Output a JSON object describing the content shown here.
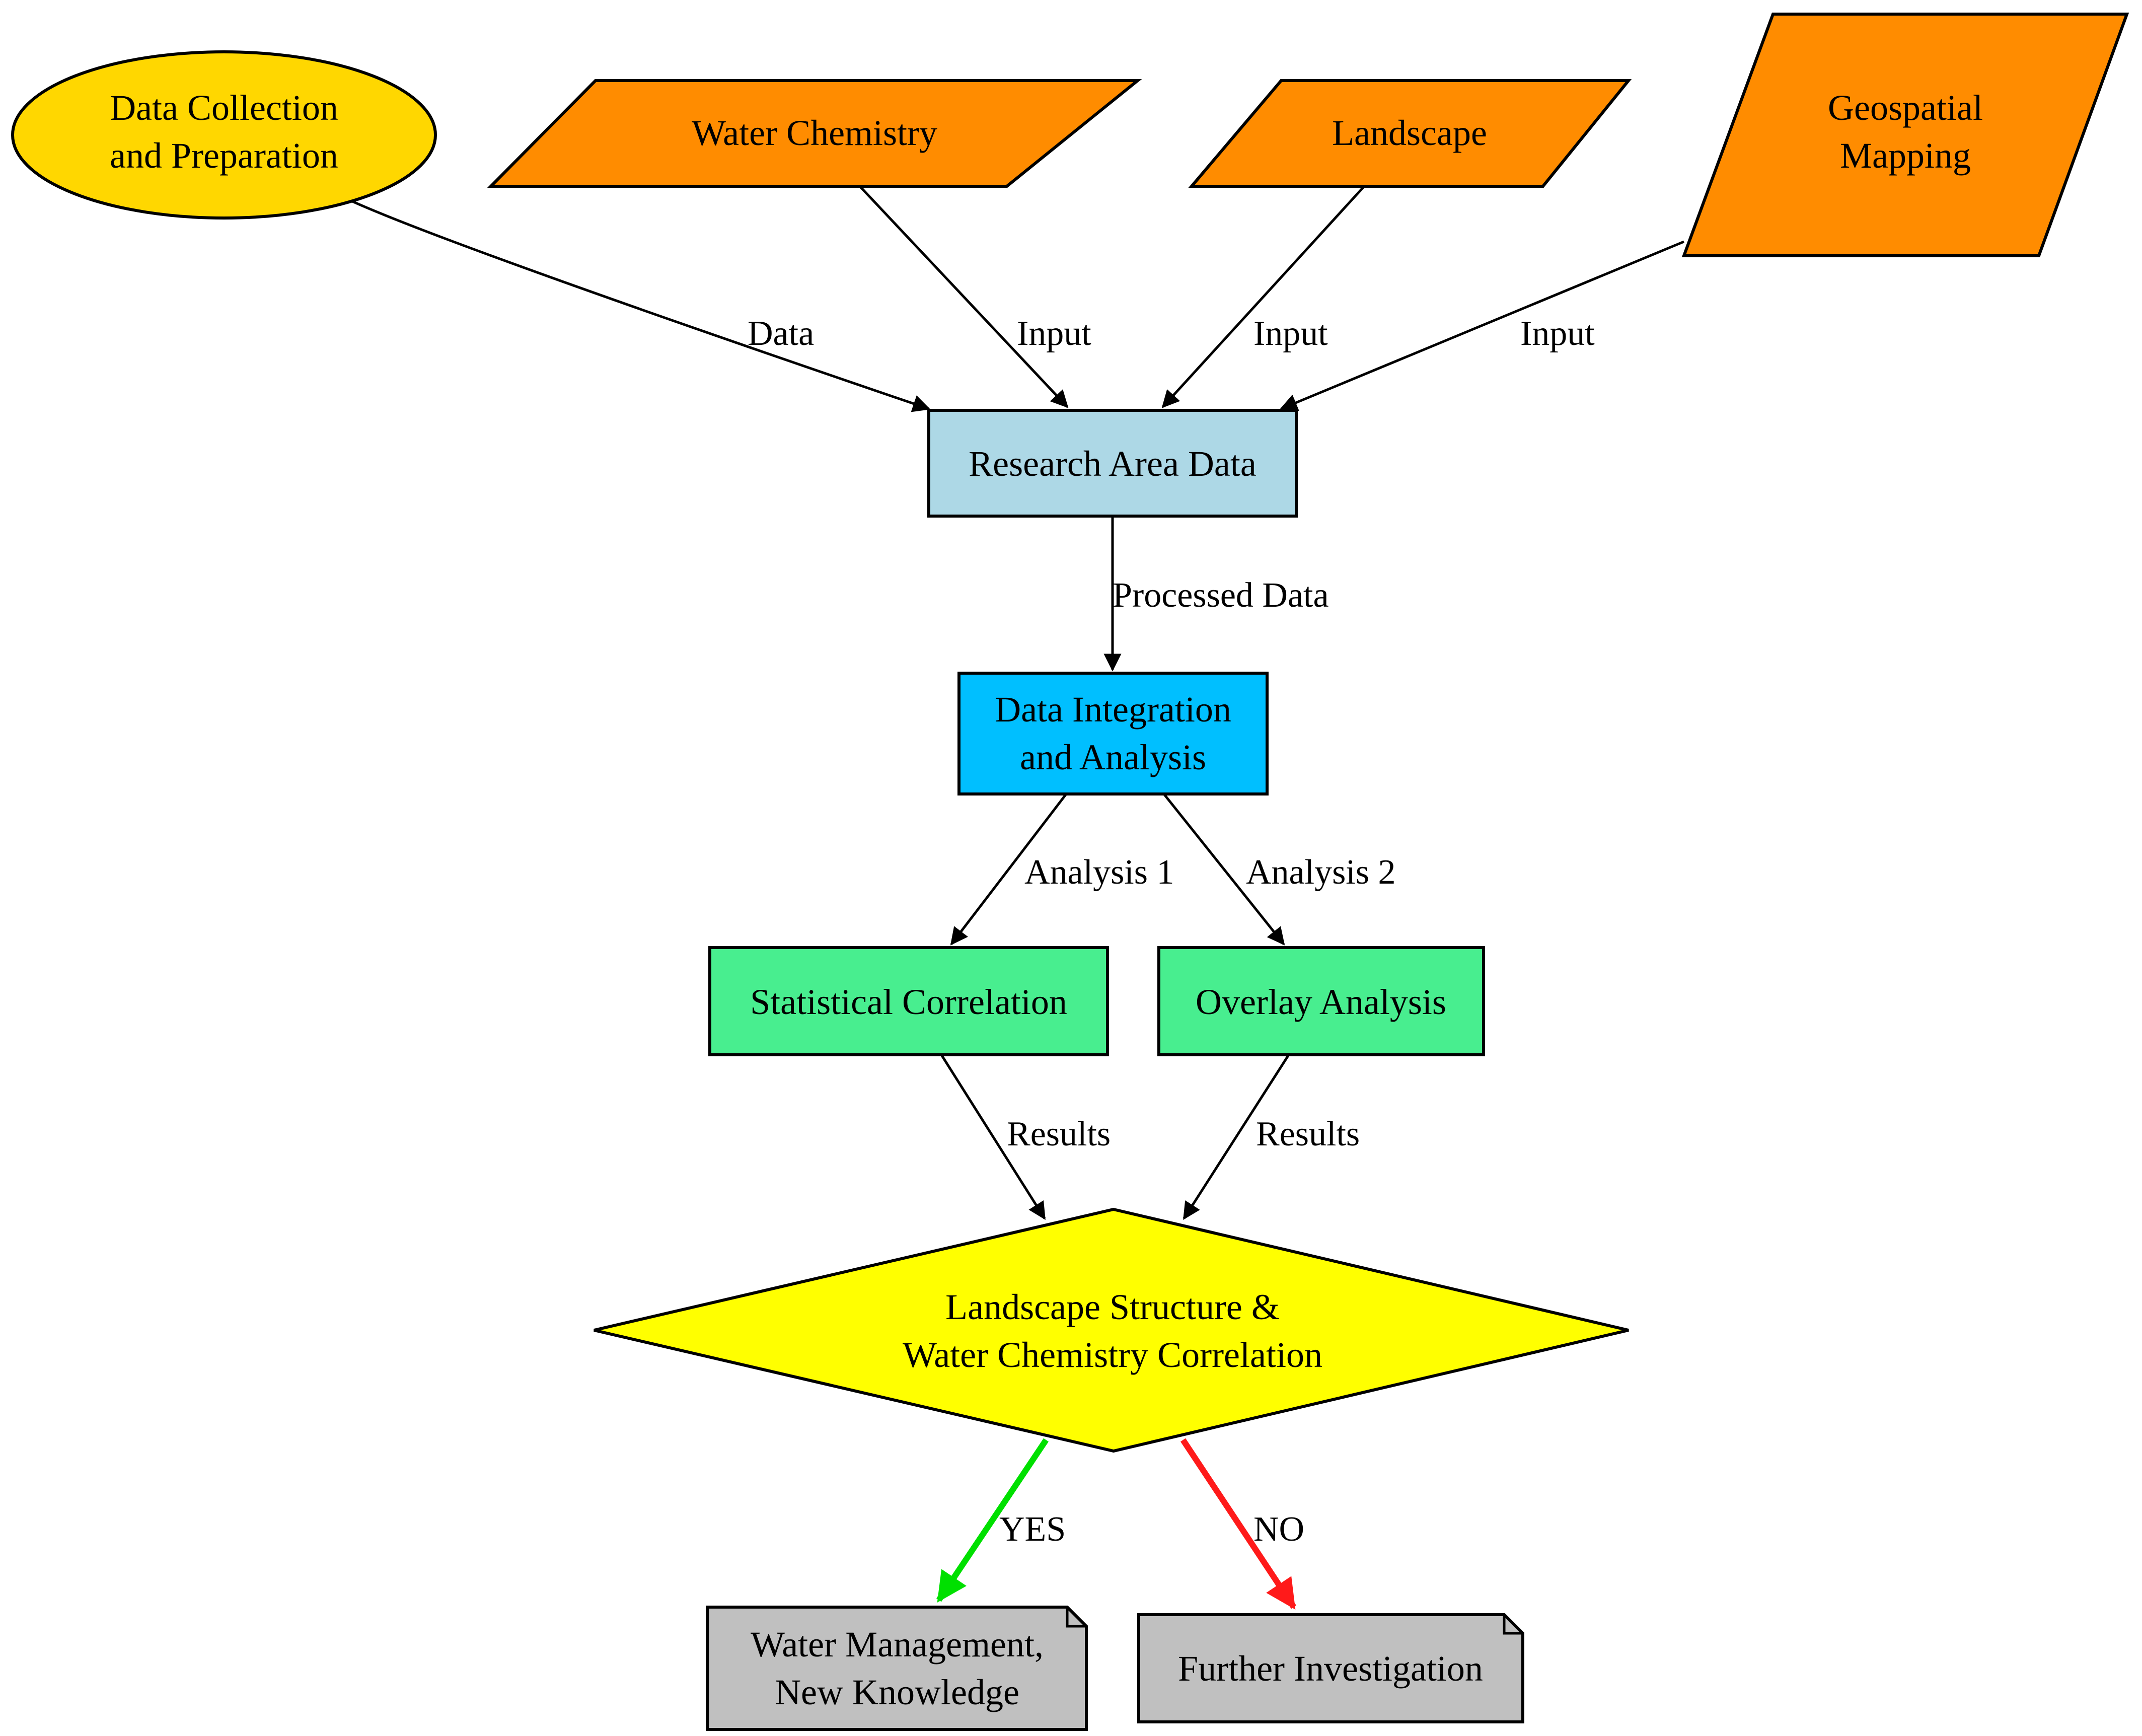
{
  "nodes": {
    "data_collection": {
      "lines": [
        "Data Collection",
        "and Preparation"
      ],
      "fill": "#FFD700",
      "shape": "ellipse"
    },
    "water_chemistry": {
      "lines": [
        "Water Chemistry"
      ],
      "fill": "#FF8C00",
      "shape": "parallelogram"
    },
    "landscape": {
      "lines": [
        "Landscape"
      ],
      "fill": "#FF8C00",
      "shape": "parallelogram"
    },
    "geospatial": {
      "lines": [
        "Geospatial",
        "Mapping"
      ],
      "fill": "#FF8C00",
      "shape": "parallelogram"
    },
    "research_area": {
      "lines": [
        "Research Area Data"
      ],
      "fill": "#ADD8E6",
      "shape": "rectangle"
    },
    "integration": {
      "lines": [
        "Data Integration",
        "and Analysis"
      ],
      "fill": "#00BFFF",
      "shape": "rectangle"
    },
    "statistical": {
      "lines": [
        "Statistical Correlation"
      ],
      "fill": "#48EE8F",
      "shape": "rectangle"
    },
    "overlay": {
      "lines": [
        "Overlay Analysis"
      ],
      "fill": "#48EE8F",
      "shape": "rectangle"
    },
    "decision": {
      "lines": [
        "Landscape Structure &",
        "Water Chemistry Correlation"
      ],
      "fill": "#FFFF00",
      "shape": "diamond"
    },
    "water_management": {
      "lines": [
        "Water Management,",
        "New Knowledge"
      ],
      "fill": "#C0C0C0",
      "shape": "note"
    },
    "further": {
      "lines": [
        "Further Investigation"
      ],
      "fill": "#C0C0C0",
      "shape": "note"
    }
  },
  "edges": [
    {
      "from": "data_collection",
      "to": "research_area",
      "label": "Data",
      "color": "#000000"
    },
    {
      "from": "water_chemistry",
      "to": "research_area",
      "label": "Input",
      "color": "#000000"
    },
    {
      "from": "landscape",
      "to": "research_area",
      "label": "Input",
      "color": "#000000"
    },
    {
      "from": "geospatial",
      "to": "research_area",
      "label": "Input",
      "color": "#000000"
    },
    {
      "from": "research_area",
      "to": "integration",
      "label": "Processed Data",
      "color": "#000000"
    },
    {
      "from": "integration",
      "to": "statistical",
      "label": "Analysis 1",
      "color": "#000000"
    },
    {
      "from": "integration",
      "to": "overlay",
      "label": "Analysis 2",
      "color": "#000000"
    },
    {
      "from": "statistical",
      "to": "decision",
      "label": "Results",
      "color": "#000000"
    },
    {
      "from": "overlay",
      "to": "decision",
      "label": "Results",
      "color": "#000000"
    },
    {
      "from": "decision",
      "to": "water_management",
      "label": "YES",
      "color": "#00E000"
    },
    {
      "from": "decision",
      "to": "further",
      "label": "NO",
      "color": "#FF1A1A"
    }
  ]
}
